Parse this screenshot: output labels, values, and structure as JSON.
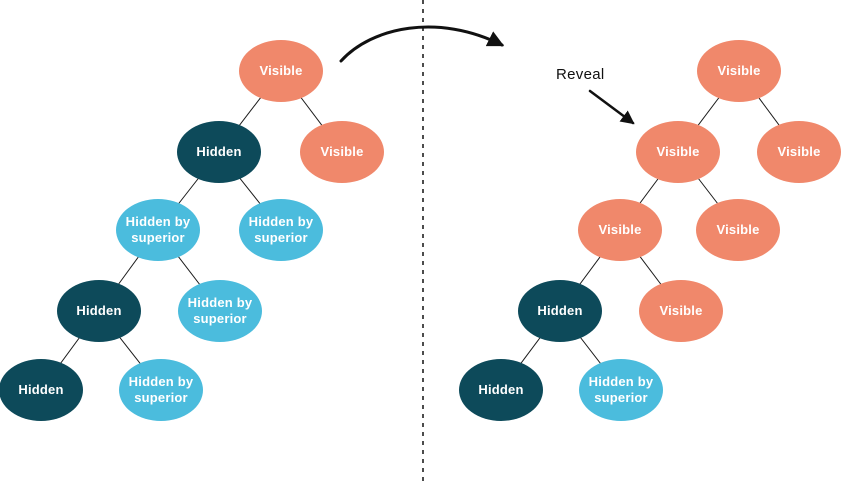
{
  "annotation": {
    "reveal_label": "Reveal"
  },
  "node_states": {
    "visible": {
      "label": "Visible",
      "color": "#F0886B"
    },
    "hidden": {
      "label": "Hidden",
      "color": "#0D4A5A"
    },
    "hidden_by_superior": {
      "label": "Hidden by superior",
      "color": "#4BBCDD"
    }
  },
  "style": {
    "node_text_color": "#ffffff",
    "edge_color": "#1a1a1a",
    "divider_style": "dashed-vertical-line"
  },
  "left_tree": {
    "side": "before",
    "nodes": [
      {
        "label": "Visible",
        "state": "visible"
      },
      {
        "label": "Hidden",
        "state": "hidden"
      },
      {
        "label": "Visible",
        "state": "visible"
      },
      {
        "label": "Hidden by superior",
        "state": "hidden_by_superior"
      },
      {
        "label": "Hidden by superior",
        "state": "hidden_by_superior"
      },
      {
        "label": "Hidden",
        "state": "hidden"
      },
      {
        "label": "Hidden by superior",
        "state": "hidden_by_superior"
      },
      {
        "label": "Hidden",
        "state": "hidden"
      },
      {
        "label": "Hidden by superior",
        "state": "hidden_by_superior"
      }
    ],
    "edges": [
      [
        0,
        1
      ],
      [
        0,
        2
      ],
      [
        1,
        3
      ],
      [
        1,
        4
      ],
      [
        3,
        5
      ],
      [
        3,
        6
      ],
      [
        5,
        7
      ],
      [
        5,
        8
      ]
    ]
  },
  "right_tree": {
    "side": "after",
    "nodes": [
      {
        "label": "Visible",
        "state": "visible"
      },
      {
        "label": "Visible",
        "state": "visible"
      },
      {
        "label": "Visible",
        "state": "visible"
      },
      {
        "label": "Visible",
        "state": "visible"
      },
      {
        "label": "Visible",
        "state": "visible"
      },
      {
        "label": "Hidden",
        "state": "hidden"
      },
      {
        "label": "Visible",
        "state": "visible"
      },
      {
        "label": "Hidden",
        "state": "hidden"
      },
      {
        "label": "Hidden by superior",
        "state": "hidden_by_superior"
      }
    ],
    "edges": [
      [
        0,
        1
      ],
      [
        0,
        2
      ],
      [
        1,
        3
      ],
      [
        1,
        4
      ],
      [
        3,
        5
      ],
      [
        3,
        6
      ],
      [
        5,
        7
      ],
      [
        5,
        8
      ]
    ]
  }
}
